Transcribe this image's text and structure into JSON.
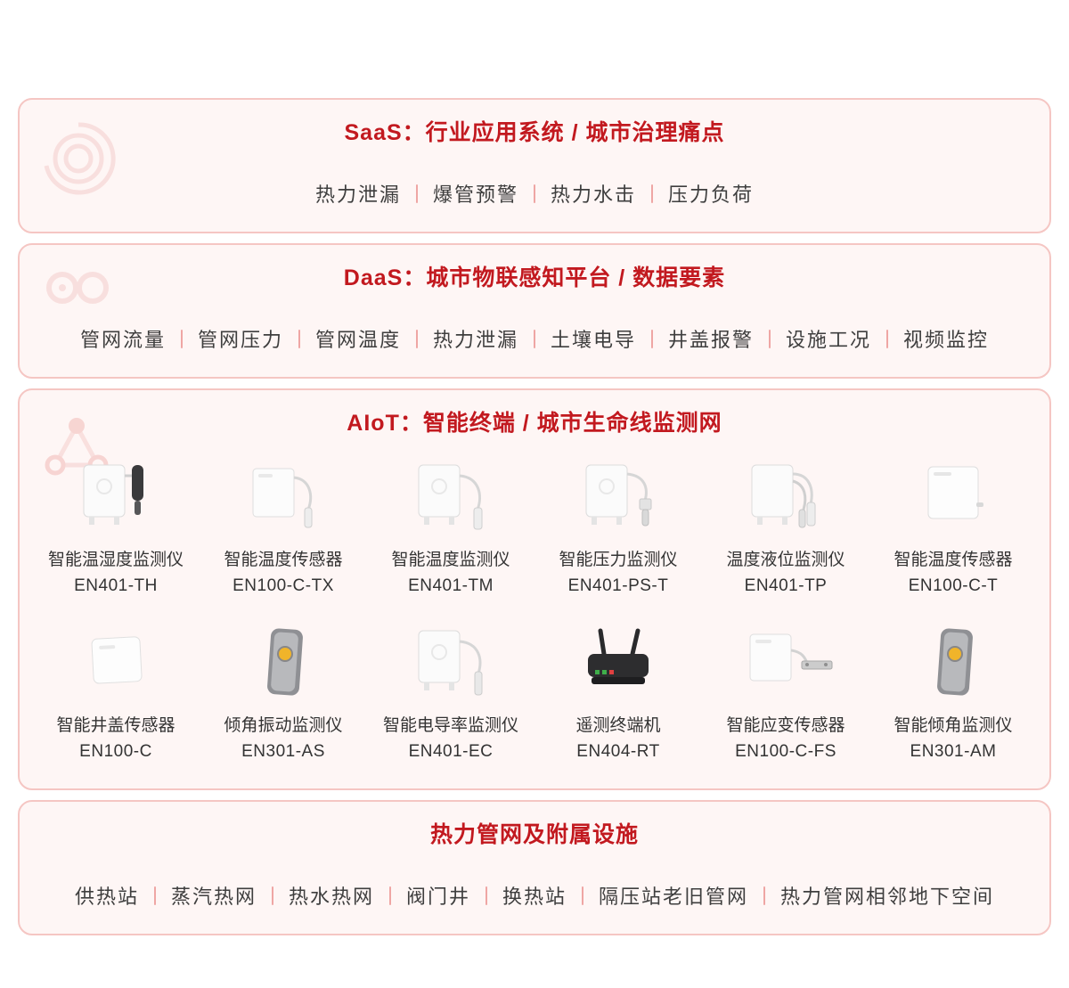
{
  "colors": {
    "title_red": "#c2191f",
    "panel_bg": "#fef6f5",
    "panel_border": "#f5c6c3",
    "separator_pink": "#efa6a4",
    "body_text": "#3e3e3e",
    "device_yellow": "#f0b42a",
    "router_black": "#2d2d2f"
  },
  "saas": {
    "title": "SaaS：行业应用系统 / 城市治理痛点",
    "items": [
      "热力泄漏",
      "爆管预警",
      "热力水击",
      "压力负荷"
    ]
  },
  "daas": {
    "title": "DaaS：城市物联感知平台 / 数据要素",
    "items": [
      "管网流量",
      "管网压力",
      "管网温度",
      "热力泄漏",
      "土壤电导",
      "井盖报警",
      "设施工况",
      "视频监控"
    ]
  },
  "aiot": {
    "title": "AIoT：智能终端 / 城市生命线监测网",
    "products": [
      {
        "name": "智能温湿度监测仪",
        "model": "EN401-TH"
      },
      {
        "name": "智能温度传感器",
        "model": "EN100-C-TX"
      },
      {
        "name": "智能温度监测仪",
        "model": "EN401-TM"
      },
      {
        "name": "智能压力监测仪",
        "model": "EN401-PS-T"
      },
      {
        "name": "温度液位监测仪",
        "model": "EN401-TP"
      },
      {
        "name": "智能温度传感器",
        "model": "EN100-C-T"
      },
      {
        "name": "智能井盖传感器",
        "model": "EN100-C"
      },
      {
        "name": "倾角振动监测仪",
        "model": "EN301-AS"
      },
      {
        "name": "智能电导率监测仪",
        "model": "EN401-EC"
      },
      {
        "name": "遥测终端机",
        "model": "EN404-RT"
      },
      {
        "name": "智能应变传感器",
        "model": "EN100-C-FS"
      },
      {
        "name": "智能倾角监测仪",
        "model": "EN301-AM"
      }
    ]
  },
  "facilities": {
    "title": "热力管网及附属设施",
    "items": [
      "供热站",
      "蒸汽热网",
      "热水热网",
      "阀门井",
      "换热站",
      "隔压站老旧管网",
      "热力管网相邻地下空间"
    ]
  }
}
